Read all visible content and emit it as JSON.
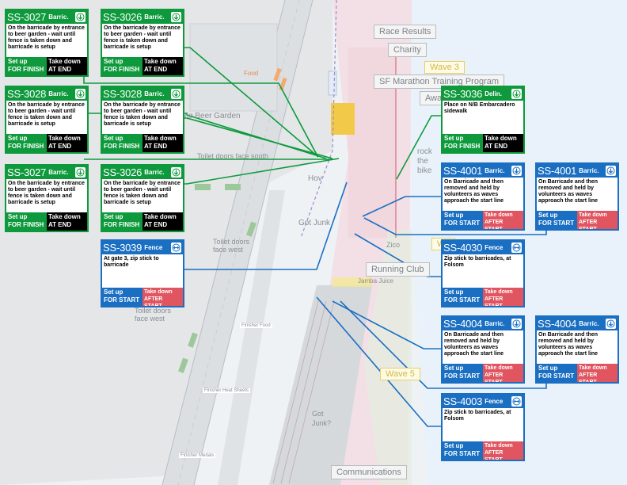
{
  "colors": {
    "finish_green": "#0e9a3c",
    "start_blue": "#1a6fc2",
    "takedown_black": "#000000",
    "takedown_red": "#e05560"
  },
  "map_labels": {
    "race_results": "Race Results",
    "charity": "Charity",
    "wave3": "Wave 3",
    "sf_training": "SF Marathon Training Program",
    "awards": "Awar",
    "food": "Food",
    "beer_garden": "ce Beer Garden",
    "toilet_south": "Toilet doors face south",
    "rock_the_bike": "rock\nthe\nbike",
    "hov": "Hov",
    "got_junk": "Got Junk",
    "wa": "Wa",
    "zico": "Zico",
    "toilet_west_1": "Toilet doors\nface west",
    "running_club": "Running Club",
    "jamba": "Jamba Juice",
    "toilet_west_2": "Toilet doors\nface west",
    "finisher_food": "Finisher Food",
    "wave5": "Wave 5",
    "finisher_heat": "Finisher Heat Sheets",
    "got_junk_2": "Got\nJunk?",
    "finisher_medals": "Finisher Medals",
    "communications": "Communications"
  },
  "cards": [
    {
      "id": "c1",
      "code": "SS-3027",
      "type": "Barric.",
      "icon": "arrow-down-icon",
      "desc": "On the barricade by entrance to beer garden - wait until fence is taken down and barricade is setup",
      "setup": "Set up\nFOR FINISH",
      "takedown": "Take down\nAT END"
    },
    {
      "id": "c2",
      "code": "SS-3026",
      "type": "Barric.",
      "icon": "arrow-down-icon",
      "desc": "On the barricade by entrance to beer garden - wait until fence is taken down and barricade is setup",
      "setup": "Set up\nFOR FINISH",
      "takedown": "Take down\nAT END"
    },
    {
      "id": "c3",
      "code": "SS-3028",
      "type": "Barric.",
      "icon": "arrow-down-icon",
      "desc": "On the barricade by entrance to beer garden - wait until fence is taken down and barricade is setup",
      "setup": "Set up\nFOR FINISH",
      "takedown": "Take down\nAT END"
    },
    {
      "id": "c4",
      "code": "SS-3028",
      "type": "Barric.",
      "icon": "arrow-down-icon",
      "desc": "On the barricade by entrance to beer garden - wait until fence is taken down and barricade is setup",
      "setup": "Set up\nFOR FINISH",
      "takedown": "Take down\nAT END"
    },
    {
      "id": "c5",
      "code": "SS-3036",
      "type": "Delin.",
      "icon": "arrow-down-icon",
      "desc": "Place on N/B Embarcadero sidewalk",
      "setup": "Set up\nFOR FINISH",
      "takedown": "Take down\nAT END"
    },
    {
      "id": "c6",
      "code": "SS-3027",
      "type": "Barric.",
      "icon": "arrow-down-icon",
      "desc": "On the barricade by entrance to beer garden - wait until fence is taken down and barricade is setup",
      "setup": "Set up\nFOR FINISH",
      "takedown": "Take down\nAT END"
    },
    {
      "id": "c7",
      "code": "SS-3026",
      "type": "Barric.",
      "icon": "arrow-down-icon",
      "desc": "On the barricade by entrance to beer garden - wait until fence is taken down and barricade is setup",
      "setup": "Set up\nFOR FINISH",
      "takedown": "Take down\nAT END"
    },
    {
      "id": "c8",
      "code": "SS-4001",
      "type": "Barric.",
      "icon": "arrow-down-icon",
      "desc": "On Barricade and then removed and held by volunteers as waves approach the start line",
      "setup": "Set up\nFOR START",
      "takedown": "Take down\nAFTER START"
    },
    {
      "id": "c9",
      "code": "SS-4001",
      "type": "Barric.",
      "icon": "arrow-down-icon",
      "desc": "On Barricade and then removed and held by volunteers as waves approach the start line",
      "setup": "Set up\nFOR START",
      "takedown": "Take down\nAFTER START"
    },
    {
      "id": "c10",
      "code": "SS-3039",
      "type": "Fence",
      "icon": "arrow-left-right-icon",
      "desc": "At gate 3, zip stick to barricade",
      "setup": "Set up\nFOR START",
      "takedown": "Take down\nAFTER START"
    },
    {
      "id": "c11",
      "code": "SS-4030",
      "type": "Fence",
      "icon": "arrow-left-right-icon",
      "desc": "Zip stick to barricades, at Folsom",
      "setup": "Set up\nFOR START",
      "takedown": "Take down\nAFTER START"
    },
    {
      "id": "c12",
      "code": "SS-4004",
      "type": "Barric.",
      "icon": "arrow-down-icon",
      "desc": "On Barricade and then removed and held by volunteers as waves approach the start line",
      "setup": "Set up\nFOR START",
      "takedown": "Take down\nAFTER START"
    },
    {
      "id": "c13",
      "code": "SS-4004",
      "type": "Barric.",
      "icon": "arrow-down-icon",
      "desc": "On Barricade and then removed and held by volunteers as waves approach the start line",
      "setup": "Set up\nFOR START",
      "takedown": "Take down\nAFTER START"
    },
    {
      "id": "c14",
      "code": "SS-4003",
      "type": "Fence",
      "icon": "arrow-left-right-icon",
      "desc": "Zip stick to barricades, at Folsom",
      "setup": "Set up\nFOR START",
      "takedown": "Take down\nAFTER START"
    }
  ]
}
